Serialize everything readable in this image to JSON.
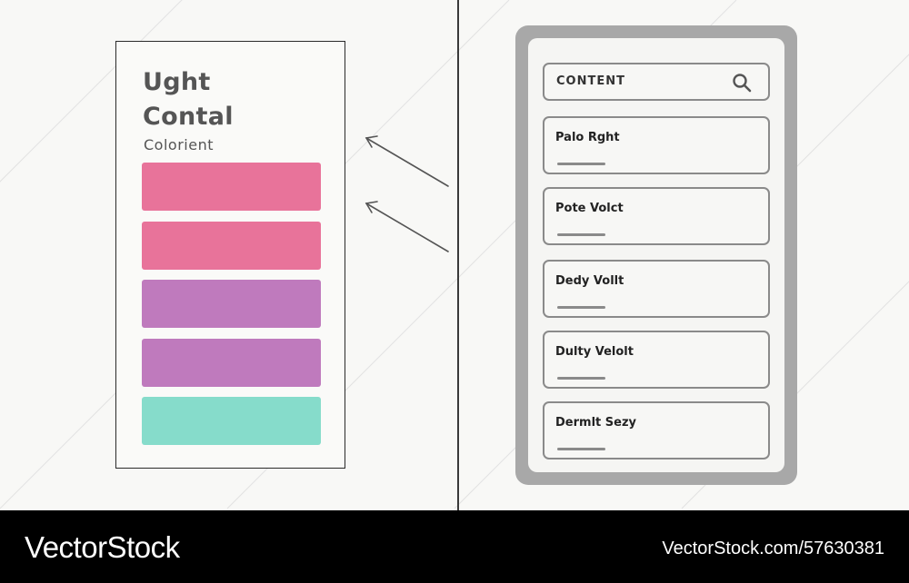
{
  "left_card": {
    "title": "Ught Contal",
    "subtitle": "Colorient",
    "swatches": [
      {
        "color": "#e8739a"
      },
      {
        "color": "#e8739a"
      },
      {
        "color": "#bf7abd"
      },
      {
        "color": "#bf7abd"
      },
      {
        "color": "#86dccb"
      }
    ]
  },
  "phone": {
    "search": {
      "label": "CONTENT",
      "icon": "search-icon"
    },
    "items": [
      {
        "label": "Palo Rght"
      },
      {
        "label": "Pote Volct"
      },
      {
        "label": "Dedy Vollt"
      },
      {
        "label": "Dulty Velolt"
      },
      {
        "label": "Dermlt Sezy"
      }
    ]
  },
  "footer": {
    "brand": "VectorStock",
    "id": "VectorStock.com/57630381"
  },
  "colors": {
    "frame_gray": "#a8a8a8",
    "outline_gray": "#8a8a8a",
    "pink": "#e8739a",
    "purple": "#bf7abd",
    "teal": "#86dccb"
  }
}
